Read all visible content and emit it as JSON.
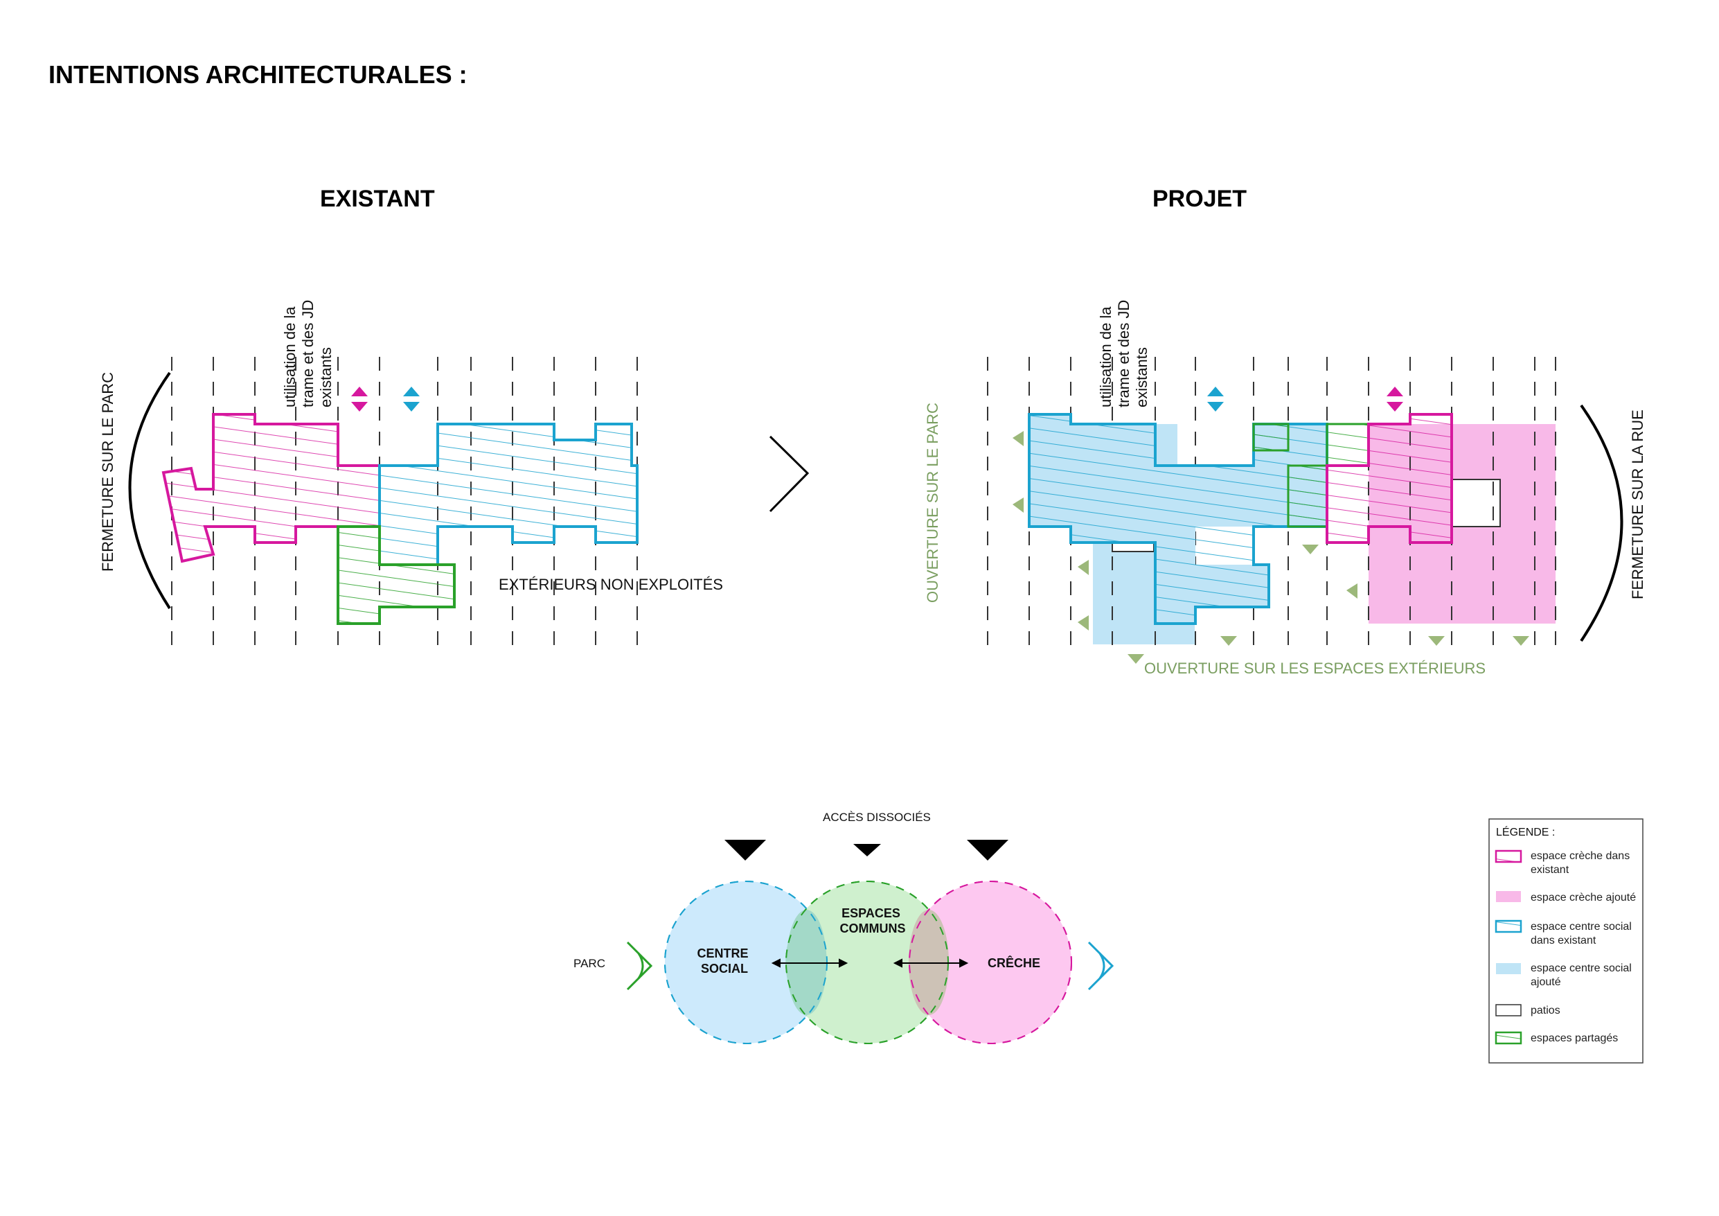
{
  "page_title": "INTENTIONS ARCHITECTURALES :",
  "existant": {
    "title": "EXISTANT",
    "annotation_trame": [
      "utilisation de la",
      "trame et des JD",
      "existants"
    ],
    "left_label": "FERMETURE SUR LE PARC",
    "exterior_label": "EXTÉRIEURS NON EXPLOITÉS"
  },
  "projet": {
    "title": "PROJET",
    "annotation_trame": [
      "utilisation de la",
      "trame et des JD",
      "existants"
    ],
    "left_label": "OUVERTURE SUR LE PARC",
    "right_label": "FERMETURE SUR LA RUE",
    "bottom_label": "OUVERTURE SUR LES ESPACES EXTÉRIEURS"
  },
  "diagram": {
    "access_label": "ACCÈS DISSOCIÉS",
    "parc_label": "PARC",
    "centre_social": [
      "CENTRE",
      "SOCIAL"
    ],
    "espaces_communs": [
      "ESPACES",
      "COMMUNS"
    ],
    "creche": "CRÊCHE"
  },
  "legend": {
    "title": "LÉGENDE :",
    "items": [
      {
        "lines": [
          "espace crèche dans",
          "existant"
        ],
        "style": "outline-hatch",
        "color": "#d6189e"
      },
      {
        "lines": [
          "espace crèche ajouté"
        ],
        "style": "fill",
        "color": "#f8b9e8"
      },
      {
        "lines": [
          "espace centre social",
          "dans existant"
        ],
        "style": "outline-hatch",
        "color": "#1ba3cf"
      },
      {
        "lines": [
          "espace centre social",
          "ajouté"
        ],
        "style": "fill",
        "color": "#bfe4f6"
      },
      {
        "lines": [
          "patios"
        ],
        "style": "outline",
        "color": "#333333"
      },
      {
        "lines": [
          "espaces partagés"
        ],
        "style": "outline-hatch",
        "color": "#2aa12a"
      }
    ]
  },
  "colors": {
    "creche": "#d6189e",
    "creche_fill": "#f8b9e8",
    "social": "#1ba3cf",
    "social_fill": "#bfe4f6",
    "shared": "#2aa12a",
    "green_label": "#7a9e60",
    "triangle": "#9cb87a"
  },
  "icons": [
    "double-arrow-pink-icon",
    "double-arrow-blue-icon",
    "chevron-right-icon",
    "triangle-down-icon",
    "eye-icon"
  ]
}
